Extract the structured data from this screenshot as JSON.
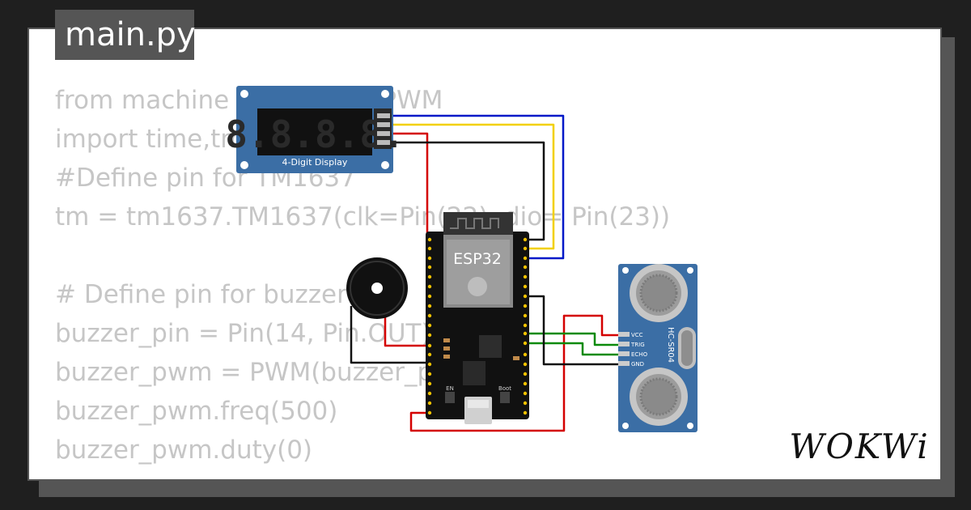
{
  "editor": {
    "tab_label": "main.py",
    "code_lines": [
      "from machine import Pin, PWM",
      "import time,tm1637",
      "#Define pin for TM1637",
      "tm = tm1637.TM1637(clk=Pin(22), dio= Pin(23))",
      "",
      "# Define pin for buzzer",
      "buzzer_pin = Pin(14, Pin.OUT)",
      "buzzer_pwm = PWM(buzzer_pin)",
      "buzzer_pwm.freq(500)",
      "buzzer_pwm.duty(0)"
    ]
  },
  "circuit": {
    "display_label": "4-Digit Display",
    "display_digits": "8.8.8.8.",
    "mcu_label": "ESP32",
    "mcu_button_en": "EN",
    "mcu_button_boot": "Boot",
    "sensor_label": "HC-SR04",
    "sensor_pins": [
      "VCC",
      "TRIG",
      "ECHO",
      "GND"
    ],
    "wire_colors": {
      "red": "#d40000",
      "black": "#111111",
      "yellow": "#f2d000",
      "blue": "#0019c8",
      "green": "#0a8a0a"
    },
    "board_colors": {
      "display_pcb": "#3b6ea5",
      "sensor_pcb": "#3b6ea5",
      "esp32_pcb": "#111111"
    }
  },
  "brand": {
    "logo_text": "WOKWi"
  }
}
